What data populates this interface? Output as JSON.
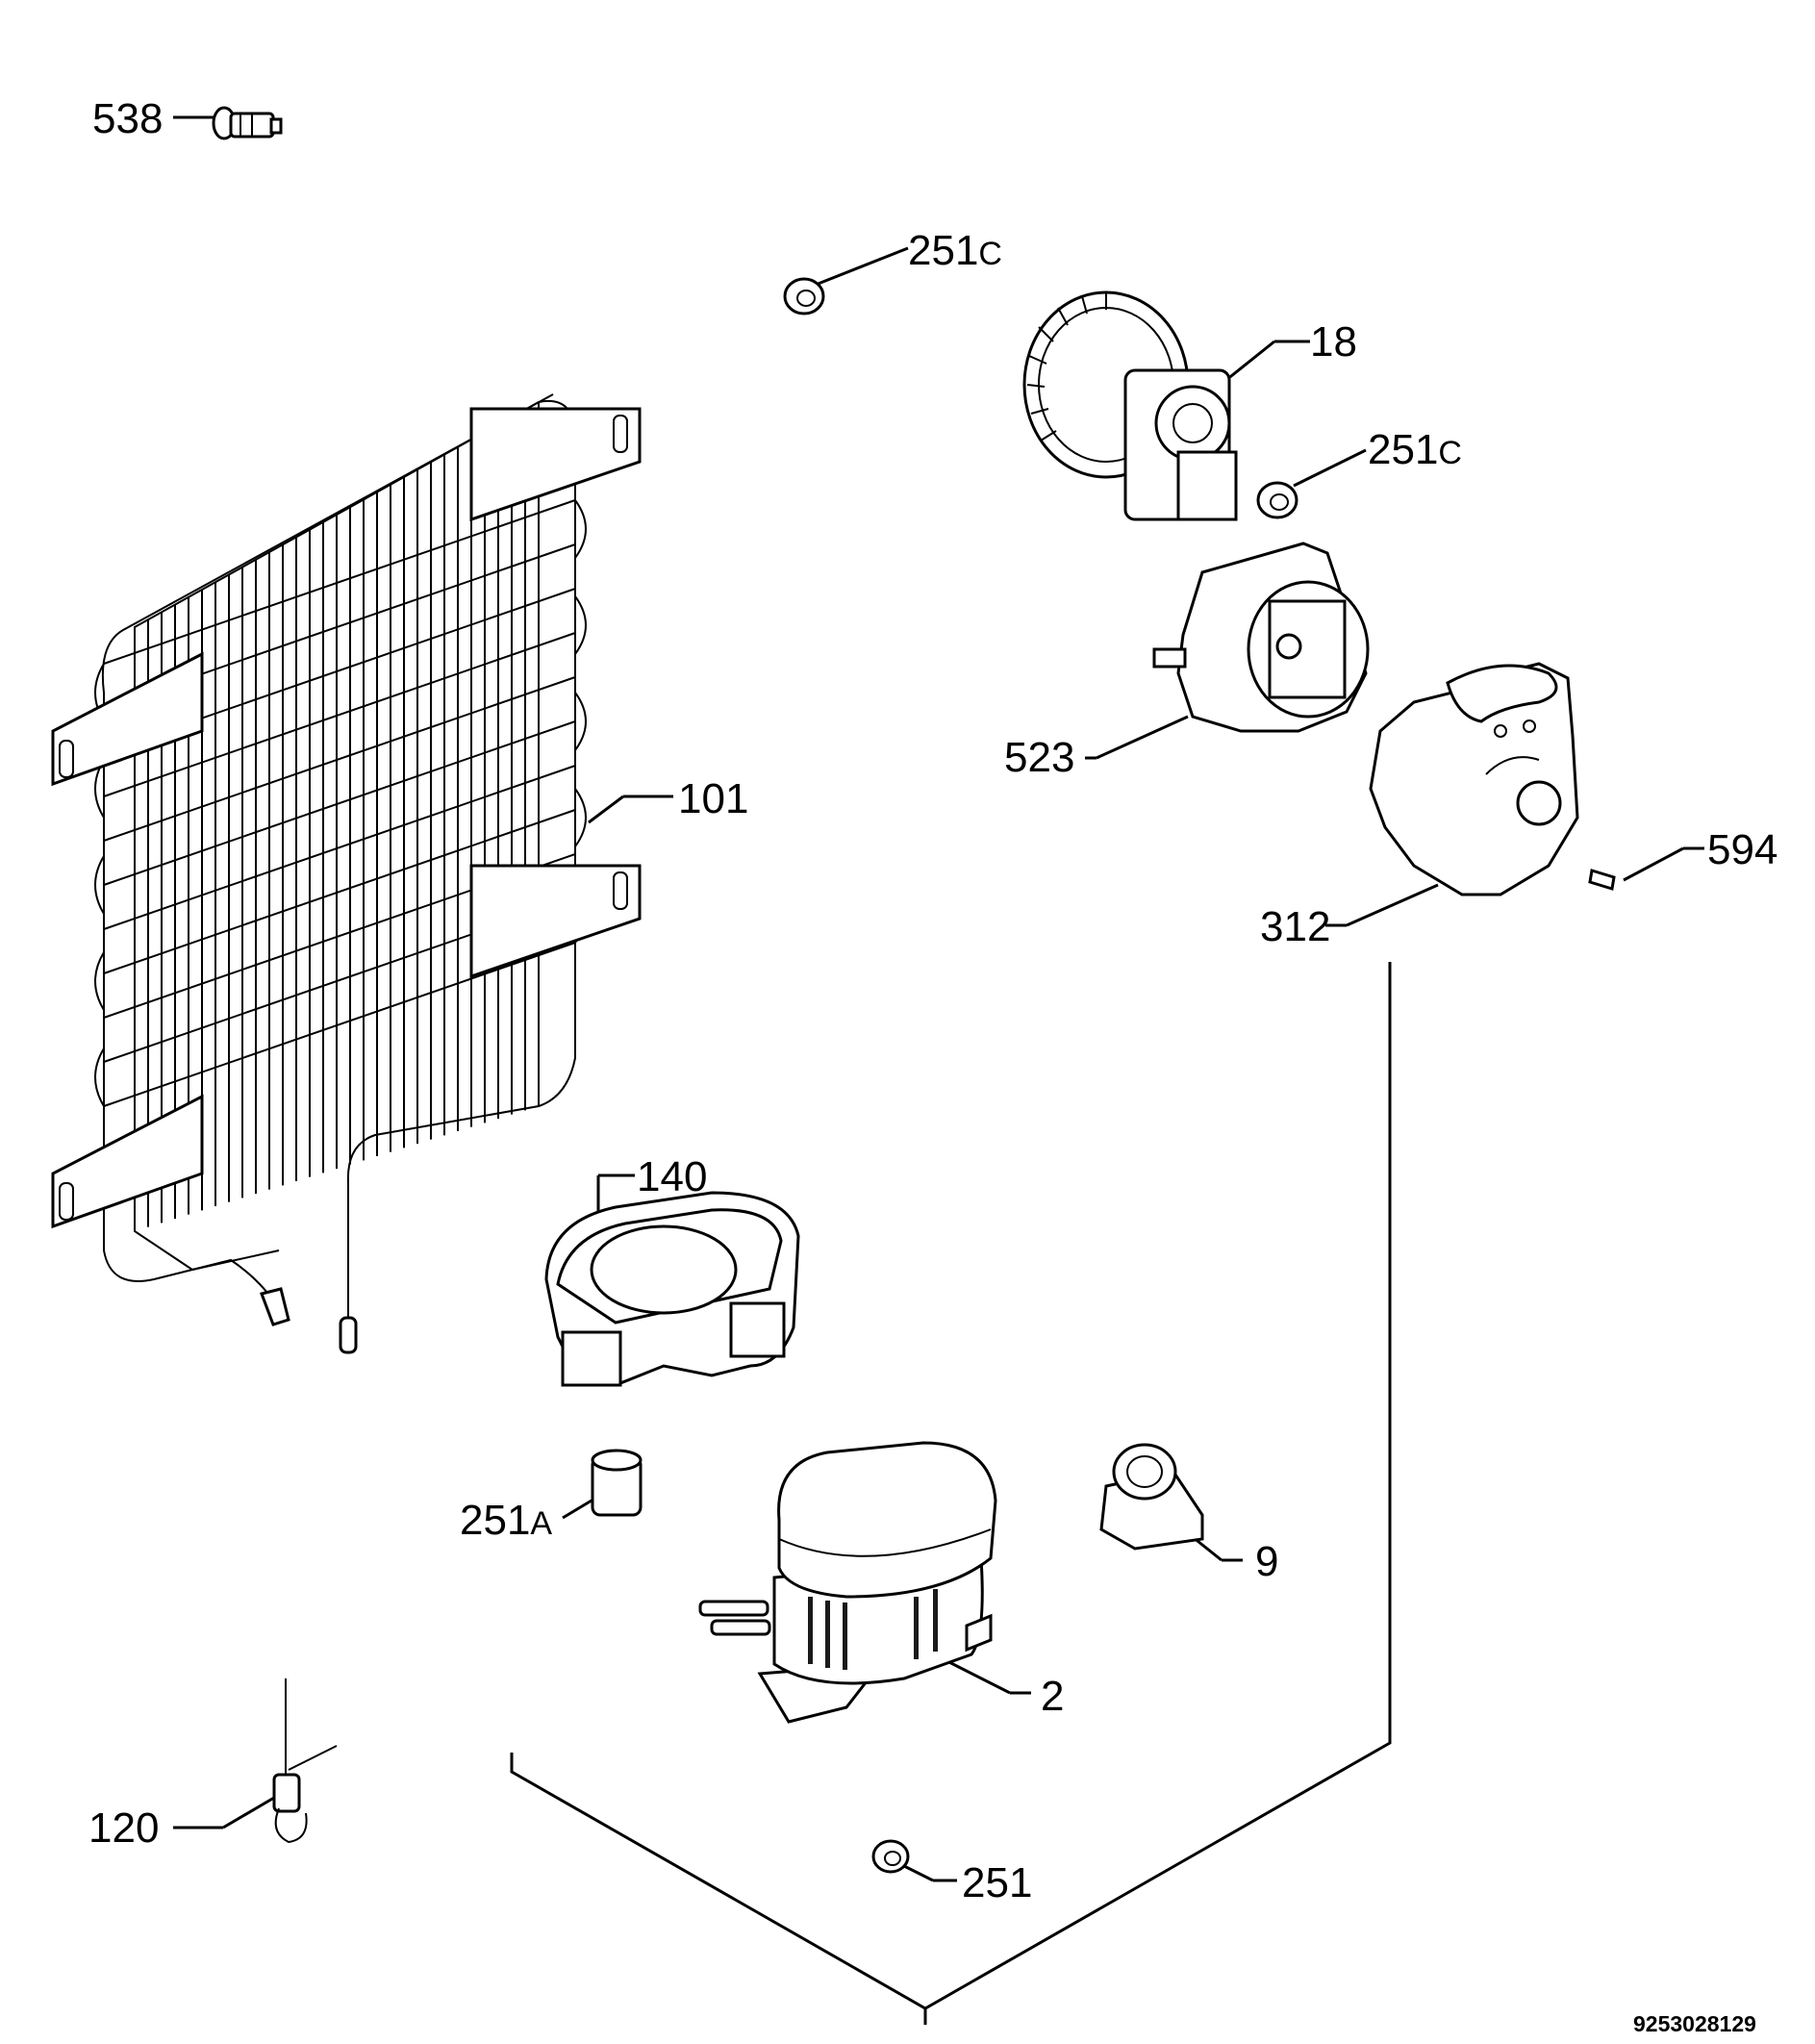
{
  "labels": [
    {
      "id": "538",
      "text": "538"
    },
    {
      "id": "251c-top",
      "text": "251",
      "suffix": "C"
    },
    {
      "id": "18",
      "text": "18"
    },
    {
      "id": "251c-mid",
      "text": "251",
      "suffix": "C"
    },
    {
      "id": "101",
      "text": "101"
    },
    {
      "id": "523",
      "text": "523"
    },
    {
      "id": "594",
      "text": "594"
    },
    {
      "id": "312",
      "text": "312"
    },
    {
      "id": "140",
      "text": "140"
    },
    {
      "id": "251a",
      "text": "251",
      "suffix": "A"
    },
    {
      "id": "9",
      "text": "9"
    },
    {
      "id": "2",
      "text": "2"
    },
    {
      "id": "120",
      "text": "120"
    },
    {
      "id": "251",
      "text": "251"
    }
  ],
  "document_number": "9253028129"
}
